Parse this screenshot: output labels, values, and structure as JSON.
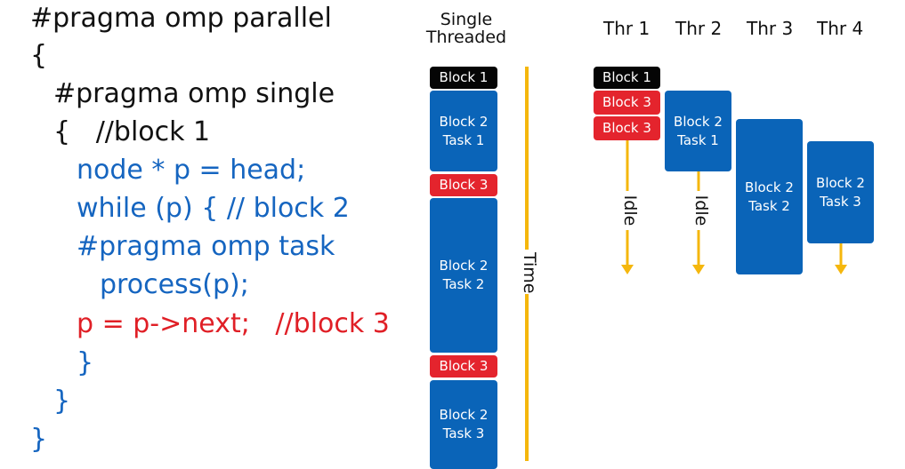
{
  "colors": {
    "black": "#111111",
    "blue": "#1565c0",
    "red": "#e01f26",
    "block_blue": "#0a64b8",
    "block_red": "#e4242d",
    "block_black": "#050505",
    "arrow": "#f5b70d"
  },
  "code_lines": [
    {
      "text": "#pragma omp parallel",
      "color": "black"
    },
    {
      "text": "{",
      "color": "black"
    },
    {
      "text": "#pragma omp single",
      "color": "black"
    },
    {
      "text": "{   //block 1",
      "color": "black"
    },
    {
      "text": "node * p = head;",
      "color": "blue"
    },
    {
      "text": "while (p) { // block 2",
      "color": "blue"
    },
    {
      "text": "#pragma omp task",
      "color": "blue"
    },
    {
      "text": "process(p);",
      "color": "blue"
    },
    {
      "text": "p = p->next;   //block 3",
      "color": "red"
    },
    {
      "text": "}",
      "color": "blue"
    },
    {
      "text": "}",
      "color": "blue"
    },
    {
      "text": "}",
      "color": "blue"
    }
  ],
  "single_threaded": {
    "header_line1": "Single",
    "header_line2": "Threaded",
    "time_label": "Time",
    "blocks": [
      {
        "line1": "Block 1",
        "line2": "",
        "kind": "black"
      },
      {
        "line1": "Block 2",
        "line2": "Task 1",
        "kind": "blue"
      },
      {
        "line1": "Block 3",
        "line2": "",
        "kind": "red"
      },
      {
        "line1": "Block 2",
        "line2": "Task 2",
        "kind": "blue"
      },
      {
        "line1": "Block 3",
        "line2": "",
        "kind": "red"
      },
      {
        "line1": "Block 2",
        "line2": "Task 3",
        "kind": "blue"
      }
    ]
  },
  "threads": {
    "headers": [
      "Thr 1",
      "Thr 2",
      "Thr 3",
      "Thr 4"
    ],
    "idle_label": "Idle",
    "blocks": [
      {
        "line1": "Block 1",
        "line2": "",
        "kind": "black"
      },
      {
        "line1": "Block 3",
        "line2": "",
        "kind": "red"
      },
      {
        "line1": "Block 3",
        "line2": "",
        "kind": "red"
      },
      {
        "line1": "Block 2",
        "line2": "Task 1",
        "kind": "blue"
      },
      {
        "line1": "Block 2",
        "line2": "Task 2",
        "kind": "blue"
      },
      {
        "line1": "Block 2",
        "line2": "Task 3",
        "kind": "blue"
      }
    ]
  }
}
